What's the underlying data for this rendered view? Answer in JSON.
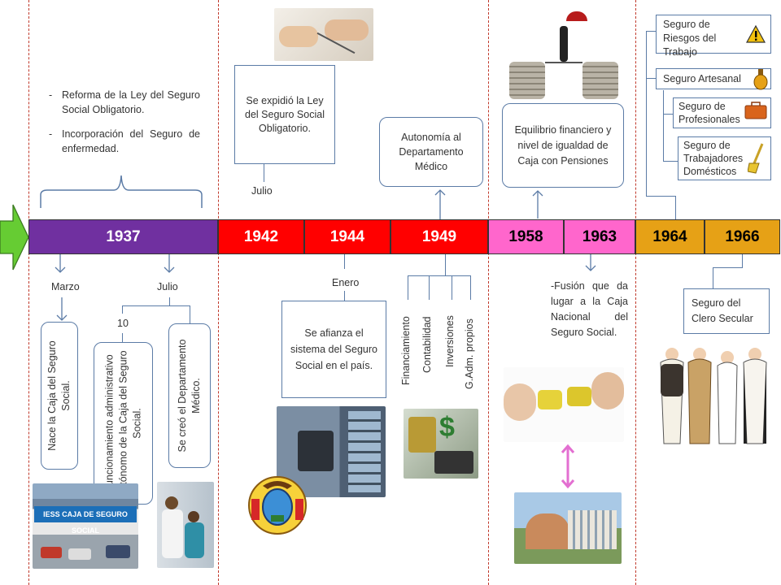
{
  "timeline": {
    "years": [
      {
        "label": "1937",
        "color": "#7030a0",
        "text_color": "#ffffff"
      },
      {
        "label": "1942",
        "color": "#ff0000",
        "text_color": "#ffffff"
      },
      {
        "label": "1944",
        "color": "#ff0000",
        "text_color": "#ffffff"
      },
      {
        "label": "1949",
        "color": "#ff0000",
        "text_color": "#ffffff"
      },
      {
        "label": "1958",
        "color": "#ff66cc",
        "text_color": "#000000"
      },
      {
        "label": "1963",
        "color": "#ff66cc",
        "text_color": "#000000"
      },
      {
        "label": "1964",
        "color": "#e6a116",
        "text_color": "#000000"
      },
      {
        "label": "1966",
        "color": "#e6a116",
        "text_color": "#000000"
      }
    ],
    "arrow_color": "#66cc33"
  },
  "y1937": {
    "reforms": [
      "Reforma de la Ley del Seguro Social Obligatorio.",
      "Incorporación del Seguro de enfermedad."
    ],
    "month_marzo": "Marzo",
    "month_julio": "Julio",
    "day_10": "10",
    "box_nace": "Nace la Caja del Seguro Social.",
    "box_funcionamiento": "Funcionamiento administrativo autónomo de la Caja del Seguro Social.",
    "box_creo": "Se creó el Departamento Médico.",
    "photo_sign": "IESS CAJA DE SEGURO SOCIAL"
  },
  "y1942": {
    "box": "Se expidió la Ley del Seguro Social Obligatorio.",
    "month": "Julio"
  },
  "y1944": {
    "month": "Enero",
    "box": "Se afianza el sistema del Seguro Social en el país."
  },
  "y1949": {
    "box": "Autonomía al Departamento Médico",
    "items": [
      "Financiamiento",
      "Contabilidad",
      "Inversiones",
      "G.Adm. propios"
    ]
  },
  "y1958": {
    "box": "Equilibrio financiero y nivel de igualdad de Caja con Pensiones"
  },
  "y1963": {
    "text": "-Fusión que da lugar a la Caja Nacional del Seguro Social."
  },
  "y1964": {
    "items": [
      "Seguro de Riesgos del Trabajo",
      "Seguro Artesanal",
      "Seguro de Profesionales",
      "Seguro de Trabajadores Domésticos"
    ]
  },
  "y1966": {
    "box": "Seguro del Clero Secular"
  }
}
